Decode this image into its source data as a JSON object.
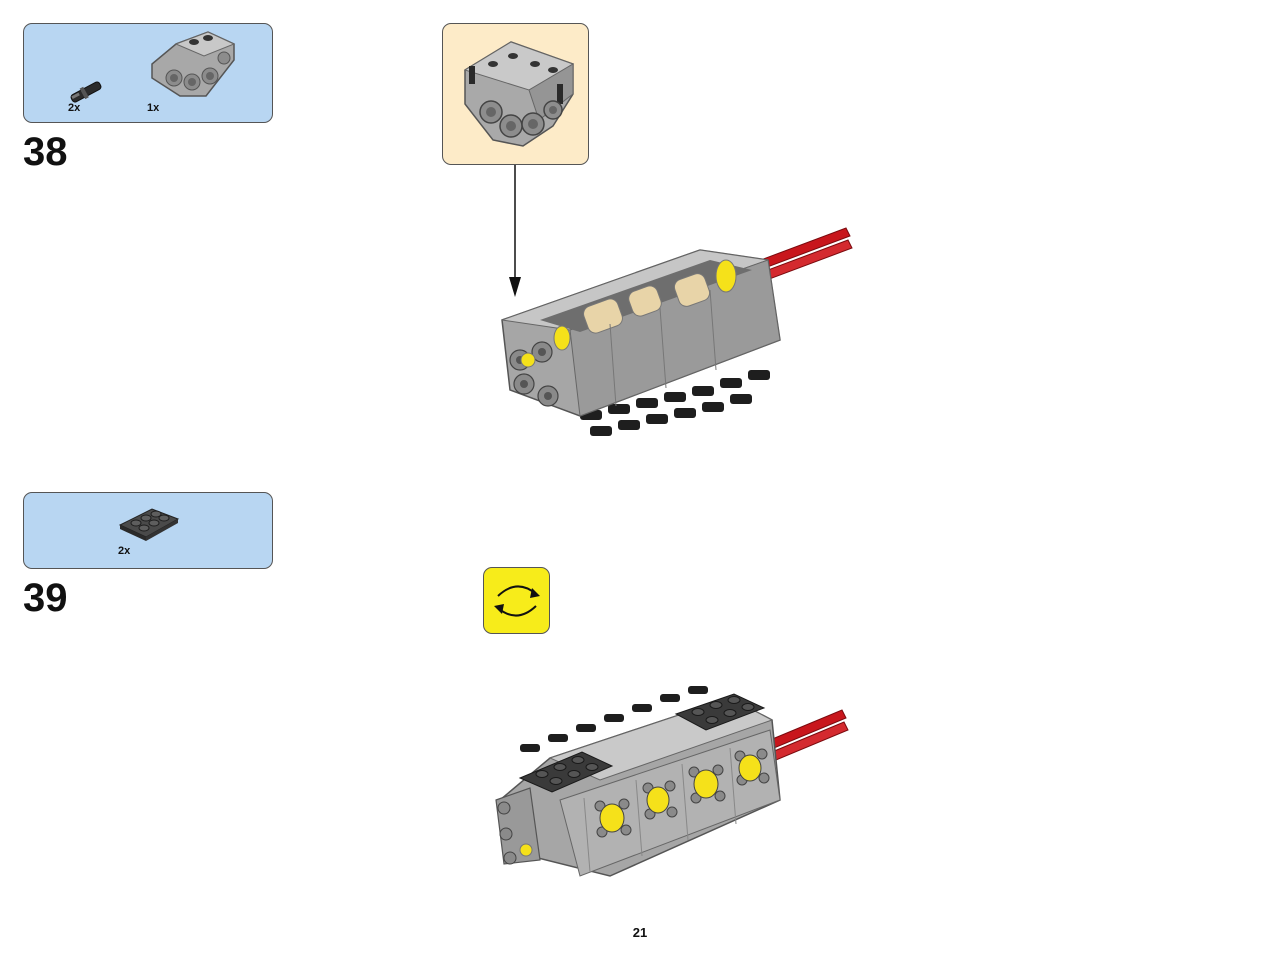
{
  "page": {
    "number": "21"
  },
  "steps": [
    {
      "number": "38",
      "parts": [
        {
          "icon": "axle-pin-part-icon",
          "quantity": "2x"
        },
        {
          "icon": "beam-connector-part-icon",
          "quantity": "1x"
        }
      ]
    },
    {
      "number": "39",
      "parts": [
        {
          "icon": "dark-plate-2x4-part-icon",
          "quantity": "2x"
        }
      ]
    }
  ],
  "icons": {
    "callout": "beam-connector-assembly-icon",
    "rotate": "rotate-model-icon",
    "model_step_38": "engine-block-assembly-icon",
    "model_step_39": "engine-block-rotated-icon"
  },
  "colors": {
    "parts_box_bg": "#b8d6f2",
    "callout_bg": "#fdebc8",
    "rotate_bg": "#f7ec1a",
    "brick_gray": "#a6a6a6",
    "brick_dark": "#3a3a3a",
    "brick_yellow": "#f5e11a",
    "brick_tan": "#e8d4a8",
    "axle_red": "#c8161c"
  }
}
